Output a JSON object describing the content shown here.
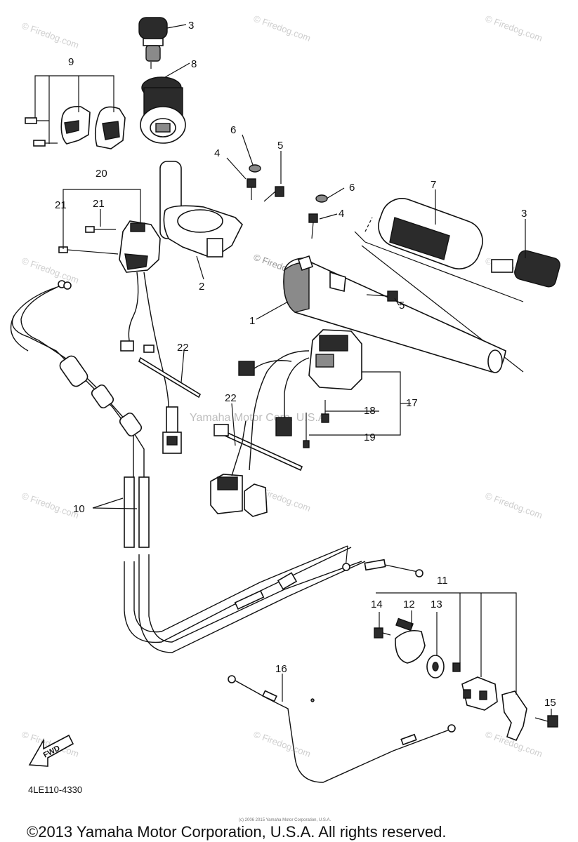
{
  "diagram": {
    "part_code": "4LE110-4330",
    "fwd_label": "FWD",
    "copyright": "©2013 Yamaha Motor Corporation, U.S.A. All rights reserved.",
    "small_print": "(c) 2006 2015 Yamaha Motor Corporation, U.S.A.",
    "center_watermark": "Yamaha Motor Corp. U.S.A.",
    "watermark_text": "© Firedog.com",
    "callouts": [
      "1",
      "2",
      "3",
      "3",
      "4",
      "4",
      "5",
      "5",
      "6",
      "6",
      "7",
      "8",
      "9",
      "10",
      "11",
      "12",
      "13",
      "14",
      "15",
      "16",
      "17",
      "18",
      "19",
      "20",
      "21",
      "21",
      "22",
      "22"
    ]
  }
}
